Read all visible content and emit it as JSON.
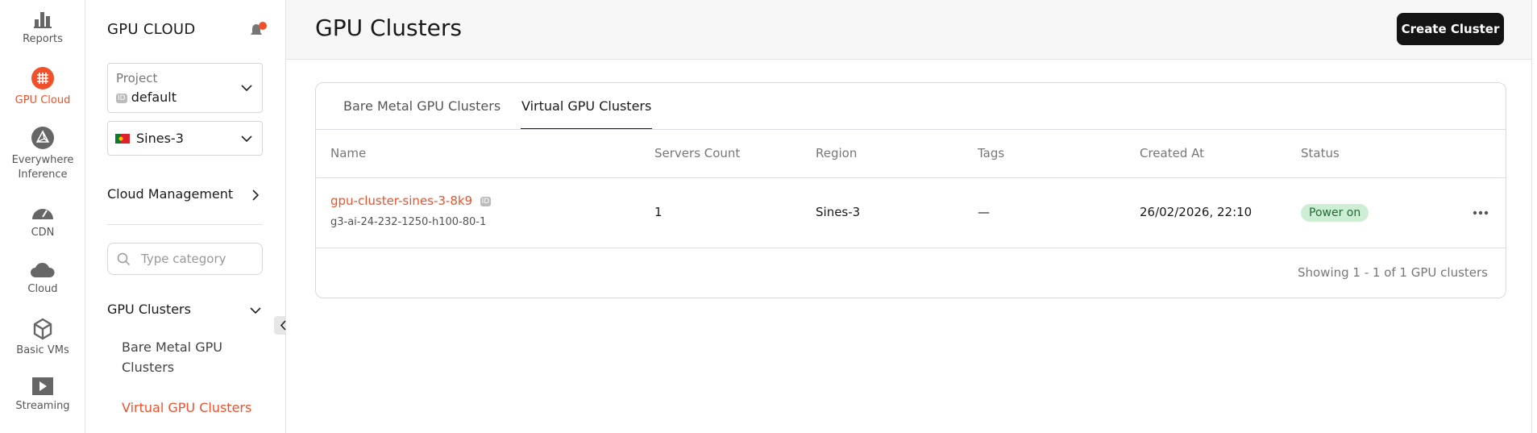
{
  "rail": {
    "items": [
      {
        "label": "Reports",
        "icon": "bar-chart-icon"
      },
      {
        "label": "GPU Cloud",
        "icon": "gpu-chip-icon",
        "active": true
      },
      {
        "label": "Everywhere Inference",
        "icon": "network-icon"
      },
      {
        "label": "CDN",
        "icon": "speedometer-icon"
      },
      {
        "label": "Cloud",
        "icon": "cloud-icon"
      },
      {
        "label": "Basic VMs",
        "icon": "cube-icon"
      },
      {
        "label": "Streaming",
        "icon": "play-icon"
      }
    ]
  },
  "sidebar": {
    "title": "GPU CLOUD",
    "project": {
      "label": "Project",
      "id_tag": "ID",
      "value": "default"
    },
    "region": {
      "value": "Sines-3",
      "flag": "portugal"
    },
    "cloud_management": "Cloud Management",
    "search_placeholder": "Type category",
    "gpu_clusters": "GPU Clusters",
    "sub_items": [
      {
        "label": "Bare Metal GPU Clusters"
      },
      {
        "label": "Virtual GPU Clusters",
        "active": true
      }
    ]
  },
  "header": {
    "title": "GPU Clusters",
    "create_label": "Create Cluster"
  },
  "tabs": [
    {
      "label": "Bare Metal GPU Clusters"
    },
    {
      "label": "Virtual GPU Clusters",
      "active": true
    }
  ],
  "table": {
    "columns": [
      "Name",
      "Servers Count",
      "Region",
      "Tags",
      "Created At",
      "Status"
    ],
    "rows": [
      {
        "name": "gpu-cluster-sines-3-8k9",
        "id_tag": "ID",
        "flavor": "g3-ai-24-232-1250-h100-80-1",
        "servers": "1",
        "region": "Sines-3",
        "tags": "—",
        "created": "26/02/2026, 22:10",
        "status": "Power on"
      }
    ],
    "footer": "Showing 1 - 1 of 1 GPU clusters"
  },
  "colors": {
    "accent": "#f0512b",
    "status_bg": "#cdeed5",
    "status_fg": "#1f6b35",
    "button": "#141414"
  }
}
